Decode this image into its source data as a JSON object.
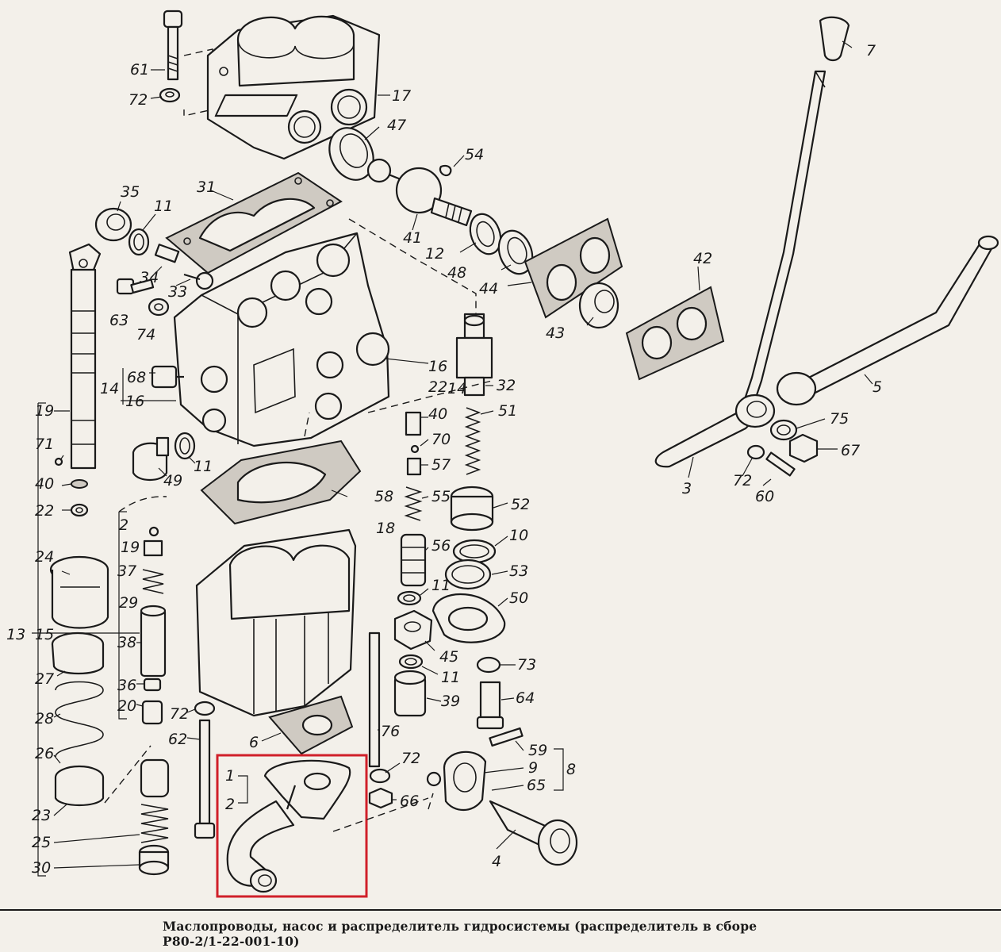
{
  "caption": {
    "line1": "Маслопроводы, насос и распределитель гидросистемы (распределитель в сборе",
    "line2": "Р80-2/1-22-001-10)"
  },
  "colors": {
    "ink": "#1a1a1a",
    "paper": "#f3f0ea",
    "highlight": "#d0202a",
    "gasket": "#cfcac2"
  },
  "parts": [
    {
      "id": "p61",
      "label": "61"
    },
    {
      "id": "p72a",
      "label": "72"
    },
    {
      "id": "p17",
      "label": "17"
    },
    {
      "id": "p47",
      "label": "47"
    },
    {
      "id": "p54",
      "label": "54"
    },
    {
      "id": "p35",
      "label": "35"
    },
    {
      "id": "p11a",
      "label": "11"
    },
    {
      "id": "p31",
      "label": "31"
    },
    {
      "id": "p41",
      "label": "41"
    },
    {
      "id": "p12",
      "label": "12"
    },
    {
      "id": "p48",
      "label": "48"
    },
    {
      "id": "p44",
      "label": "44"
    },
    {
      "id": "p43",
      "label": "43"
    },
    {
      "id": "p42",
      "label": "42"
    },
    {
      "id": "p7",
      "label": "7"
    },
    {
      "id": "p34",
      "label": "34"
    },
    {
      "id": "p33",
      "label": "33"
    },
    {
      "id": "p63",
      "label": "63"
    },
    {
      "id": "p74",
      "label": "74"
    },
    {
      "id": "p16a",
      "label": "16"
    },
    {
      "id": "p16b",
      "label": "16"
    },
    {
      "id": "p14a",
      "label": "14"
    },
    {
      "id": "p14b",
      "label": "14"
    },
    {
      "id": "p68",
      "label": "68"
    },
    {
      "id": "p32",
      "label": "32"
    },
    {
      "id": "p22a",
      "label": "22"
    },
    {
      "id": "p40a",
      "label": "40"
    },
    {
      "id": "p51",
      "label": "51"
    },
    {
      "id": "p19a",
      "label": "19"
    },
    {
      "id": "p71",
      "label": "71"
    },
    {
      "id": "p70",
      "label": "70"
    },
    {
      "id": "p57",
      "label": "57"
    },
    {
      "id": "p49",
      "label": "49"
    },
    {
      "id": "p11b",
      "label": "11"
    },
    {
      "id": "p40b",
      "label": "40"
    },
    {
      "id": "p22b",
      "label": "22"
    },
    {
      "id": "p58",
      "label": "58"
    },
    {
      "id": "p55",
      "label": "55"
    },
    {
      "id": "p52",
      "label": "52"
    },
    {
      "id": "p2a",
      "label": "2"
    },
    {
      "id": "p19b",
      "label": "19"
    },
    {
      "id": "p18",
      "label": "18"
    },
    {
      "id": "p56",
      "label": "56"
    },
    {
      "id": "p10",
      "label": "10"
    },
    {
      "id": "p24",
      "label": "24"
    },
    {
      "id": "p37",
      "label": "37"
    },
    {
      "id": "p11c",
      "label": "11"
    },
    {
      "id": "p53",
      "label": "53"
    },
    {
      "id": "p29",
      "label": "29"
    },
    {
      "id": "p50",
      "label": "50"
    },
    {
      "id": "p13",
      "label": "13"
    },
    {
      "id": "p15",
      "label": "15"
    },
    {
      "id": "p38",
      "label": "38"
    },
    {
      "id": "p45",
      "label": "45"
    },
    {
      "id": "p27",
      "label": "27"
    },
    {
      "id": "p36",
      "label": "36"
    },
    {
      "id": "p11d",
      "label": "11"
    },
    {
      "id": "p73",
      "label": "73"
    },
    {
      "id": "p20",
      "label": "20"
    },
    {
      "id": "p39",
      "label": "39"
    },
    {
      "id": "p64",
      "label": "64"
    },
    {
      "id": "p28",
      "label": "28"
    },
    {
      "id": "p72b",
      "label": "72"
    },
    {
      "id": "p76",
      "label": "76"
    },
    {
      "id": "p62",
      "label": "62"
    },
    {
      "id": "p6",
      "label": "6"
    },
    {
      "id": "p59",
      "label": "59"
    },
    {
      "id": "p26",
      "label": "26"
    },
    {
      "id": "p72c",
      "label": "72"
    },
    {
      "id": "p8",
      "label": "8"
    },
    {
      "id": "p9",
      "label": "9"
    },
    {
      "id": "p1",
      "label": "1"
    },
    {
      "id": "p2b",
      "label": "2"
    },
    {
      "id": "p65",
      "label": "65"
    },
    {
      "id": "p66",
      "label": "66"
    },
    {
      "id": "p23",
      "label": "23"
    },
    {
      "id": "p25",
      "label": "25"
    },
    {
      "id": "p4",
      "label": "4"
    },
    {
      "id": "p30",
      "label": "30"
    },
    {
      "id": "p5",
      "label": "5"
    },
    {
      "id": "p75",
      "label": "75"
    },
    {
      "id": "p67",
      "label": "67"
    },
    {
      "id": "p72d",
      "label": "72"
    },
    {
      "id": "p60",
      "label": "60"
    },
    {
      "id": "p3",
      "label": "3"
    }
  ]
}
